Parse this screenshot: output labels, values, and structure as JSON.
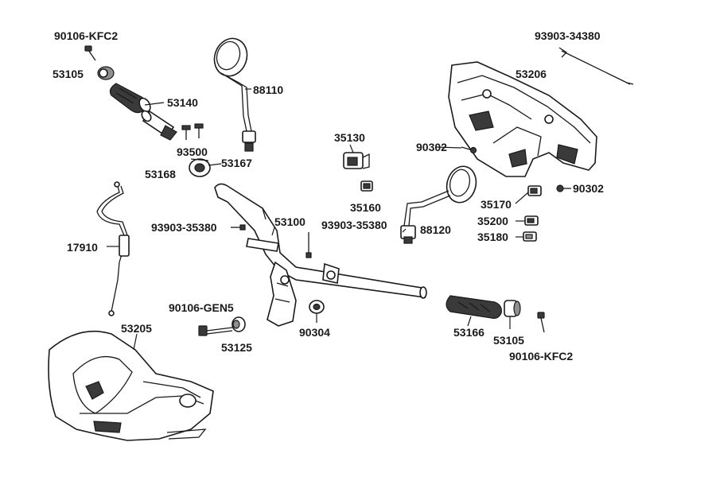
{
  "labels": {
    "l_90106_kfc2_top": "90106-KFC2",
    "l_53105_top": "53105",
    "l_53140": "53140",
    "l_93500": "93500",
    "l_53168": "53168",
    "l_53167": "53167",
    "l_88110": "88110",
    "l_93903_34380": "93903-34380",
    "l_53206": "53206",
    "l_90302_a": "90302",
    "l_90302_b": "90302",
    "l_35130": "35130",
    "l_35160": "35160",
    "l_88120": "88120",
    "l_35170": "35170",
    "l_35200": "35200",
    "l_35180": "35180",
    "l_93903_35380_left": "93903-35380",
    "l_53100": "53100",
    "l_93903_35380_right": "93903-35380",
    "l_17910": "17910",
    "l_90106_gen5": "90106-GEN5",
    "l_53205": "53205",
    "l_53125": "53125",
    "l_90304": "90304",
    "l_53166": "53166",
    "l_53105_bottom": "53105",
    "l_90106_kfc2_bottom": "90106-KFC2"
  },
  "colors": {
    "line": "#1a1a1a",
    "background": "#ffffff",
    "shade": "#3a3a3a"
  }
}
